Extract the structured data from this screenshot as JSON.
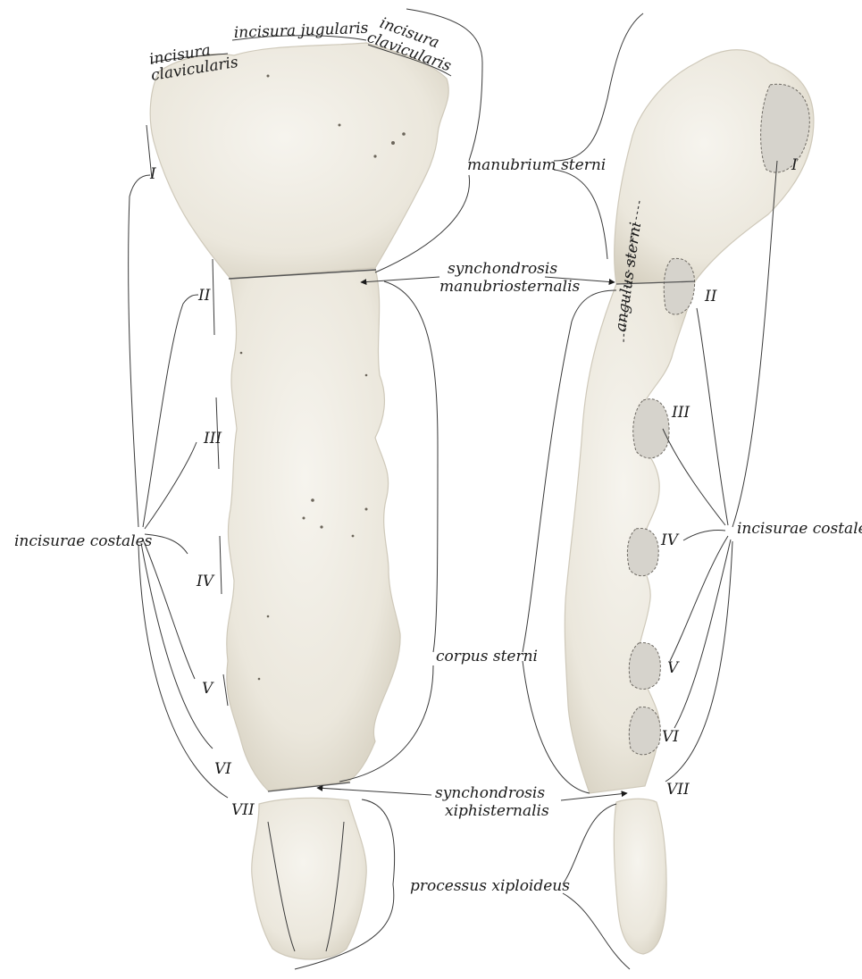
{
  "labels": {
    "incisura_clavicularis_left_1": "incisura",
    "incisura_clavicularis_left_2": "clavicularis",
    "incisura_jugularis": "incisura jugularis",
    "incisura_clavicularis_right_1": "incisura",
    "incisura_clavicularis_right_2": "clavicularis",
    "manubrium_sterni": "manubrium sterni",
    "synchondrosis_manubriosternalis_1": "synchondrosis",
    "synchondrosis_manubriosternalis_2": "manubriosternalis",
    "angulus_sterni": "angulus sterni",
    "incisurae_costales_left": "incisurae costales",
    "incisurae_costales_right": "incisurae costales",
    "corpus_sterni": "corpus sterni",
    "synchondrosis_xiphisternalis_1": "synchondrosis",
    "synchondrosis_xiphisternalis_2": "xiphisternalis",
    "processus_xiploideus": "processus xiploideus"
  },
  "rib_numerals": [
    "I",
    "II",
    "III",
    "IV",
    "V",
    "VI",
    "VII"
  ],
  "colors": {
    "bone": "#ece9df",
    "bone_shadow": "#d9d4c6",
    "line": "#3a3a3a"
  }
}
